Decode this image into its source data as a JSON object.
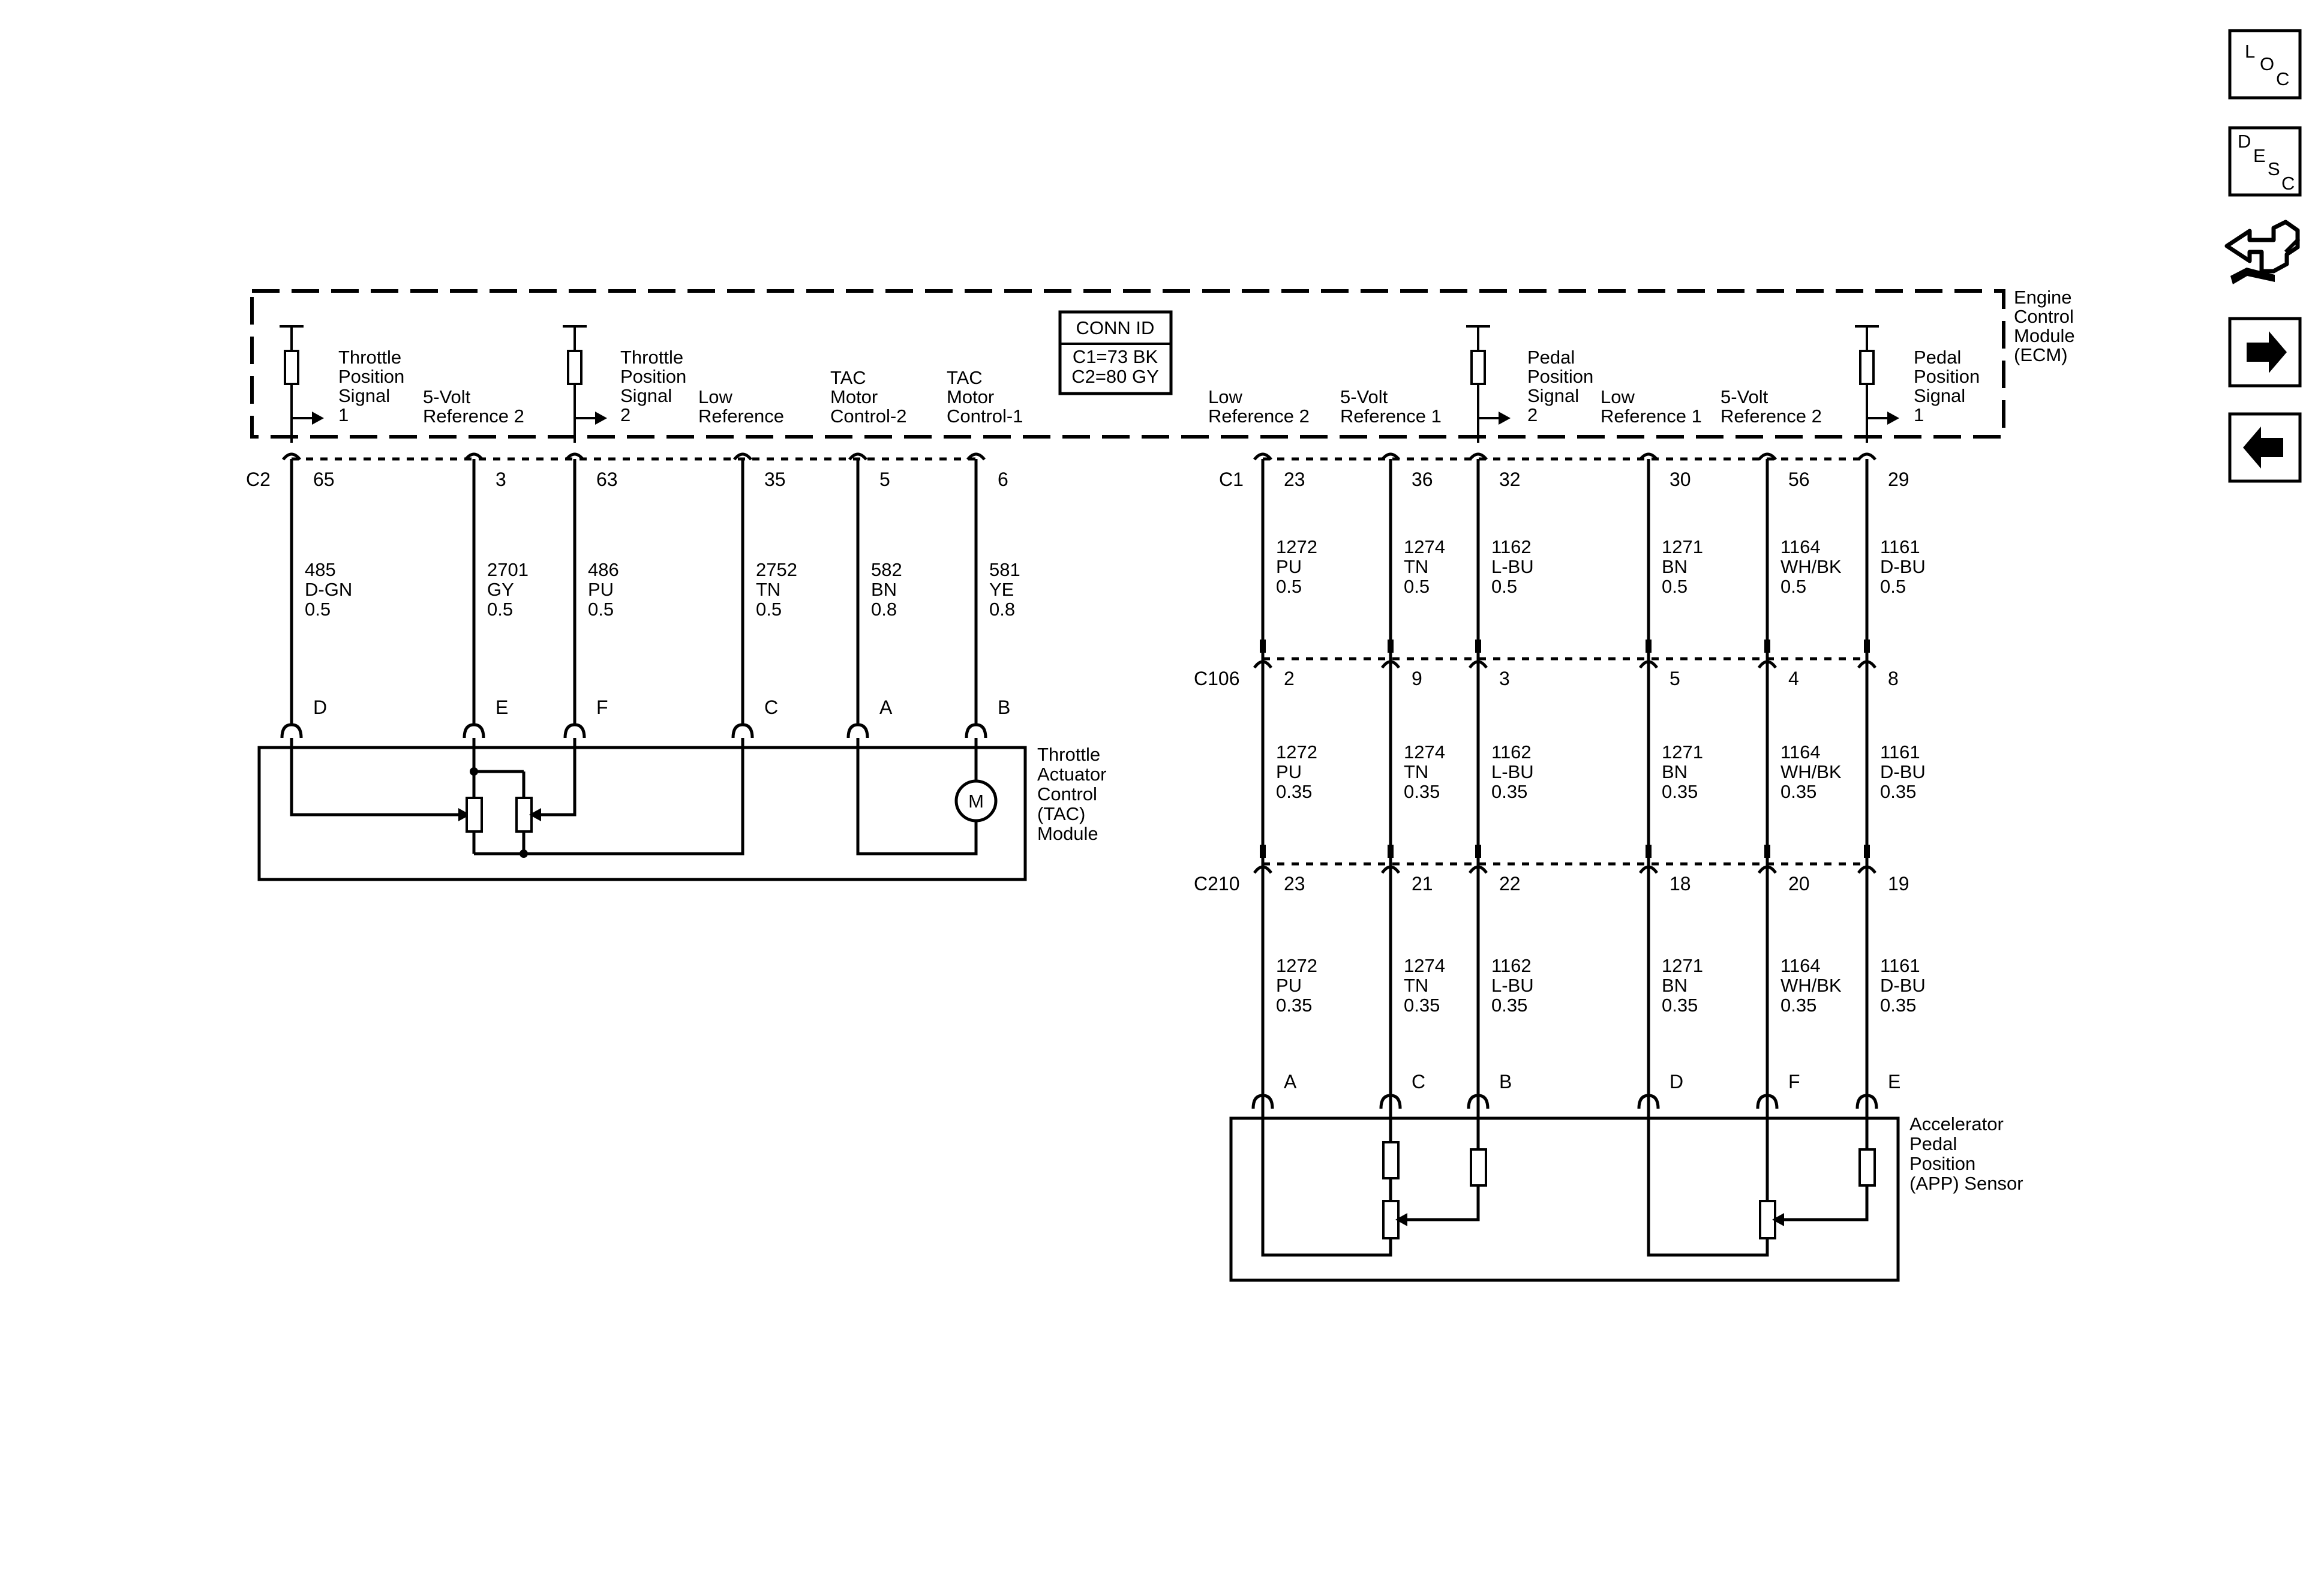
{
  "ecm": {
    "name": "Engine Control Module (ECM)",
    "conn_id": {
      "title": "CONN ID",
      "c1": "C1=73 BK",
      "c2": "C2=80 GY"
    },
    "c2_header": "C2",
    "c1_header": "C1",
    "c2_circuits": [
      {
        "pin": "65",
        "label": "Throttle Position Signal 1",
        "circuit": "485",
        "color": "D-GN",
        "gauge": "0.5",
        "tac_pin": "D"
      },
      {
        "pin": "3",
        "label": "5-Volt Reference 2",
        "circuit": "2701",
        "color": "GY",
        "gauge": "0.5",
        "tac_pin": "E"
      },
      {
        "pin": "63",
        "label": "Throttle Position Signal 2",
        "circuit": "486",
        "color": "PU",
        "gauge": "0.5",
        "tac_pin": "F"
      },
      {
        "pin": "35",
        "label": "Low Reference",
        "circuit": "2752",
        "color": "TN",
        "gauge": "0.5",
        "tac_pin": "C"
      },
      {
        "pin": "5",
        "label": "TAC Motor Control-2",
        "circuit": "582",
        "color": "BN",
        "gauge": "0.8",
        "tac_pin": "A"
      },
      {
        "pin": "6",
        "label": "TAC Motor Control-1",
        "circuit": "581",
        "color": "YE",
        "gauge": "0.8",
        "tac_pin": "B"
      }
    ],
    "c1_circuits": [
      {
        "pin": "23",
        "label": "Low Reference 2",
        "circuit": "1272",
        "color": "PU",
        "gauge_ecm": "0.5",
        "gauge": "0.35",
        "c106": "2",
        "c210": "23",
        "app_pin": "A"
      },
      {
        "pin": "36",
        "label": "5-Volt Reference 1",
        "circuit": "1274",
        "color": "TN",
        "gauge_ecm": "0.5",
        "gauge": "0.35",
        "c106": "9",
        "c210": "21",
        "app_pin": "C"
      },
      {
        "pin": "32",
        "label": "Pedal Position Signal 2",
        "circuit": "1162",
        "color": "L-BU",
        "gauge_ecm": "0.5",
        "gauge": "0.35",
        "c106": "3",
        "c210": "22",
        "app_pin": "B"
      },
      {
        "pin": "30",
        "label": "Low Reference 1",
        "circuit": "1271",
        "color": "BN",
        "gauge_ecm": "0.5",
        "gauge": "0.35",
        "c106": "5",
        "c210": "18",
        "app_pin": "D"
      },
      {
        "pin": "56",
        "label": "5-Volt Reference 2",
        "circuit": "1164",
        "color": "WH/BK",
        "gauge_ecm": "0.5",
        "gauge": "0.35",
        "c106": "4",
        "c210": "20",
        "app_pin": "F"
      },
      {
        "pin": "29",
        "label": "Pedal Position Signal 1",
        "circuit": "1161",
        "color": "D-BU",
        "gauge_ecm": "0.5",
        "gauge": "0.35",
        "c106": "8",
        "c210": "19",
        "app_pin": "E"
      }
    ]
  },
  "connectors": {
    "c106": "C106",
    "c210": "C210"
  },
  "tac_module": {
    "name": "Throttle Actuator Control (TAC) Module",
    "motor_symbol": "M"
  },
  "app_sensor": {
    "name": "Accelerator Pedal Position (APP) Sensor"
  },
  "nav": {
    "loc": [
      "L",
      "O",
      "C"
    ],
    "desc": [
      "D",
      "E",
      "S",
      "C"
    ],
    "icons": [
      "connector-harness-icon",
      "arrow-right-icon",
      "arrow-left-icon"
    ]
  }
}
